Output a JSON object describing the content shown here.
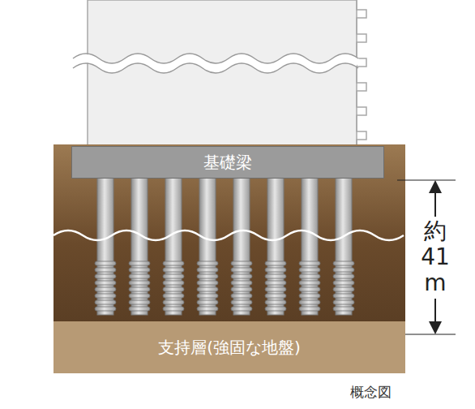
{
  "diagram": {
    "caption": "概念図",
    "nodes": [
      {
        "text": [
          "基礎梁"
        ]
      },
      {
        "text": [
          "支持層(強固な地盤)"
        ]
      }
    ],
    "labels": [
      "約 41 m"
    ]
  }
}
